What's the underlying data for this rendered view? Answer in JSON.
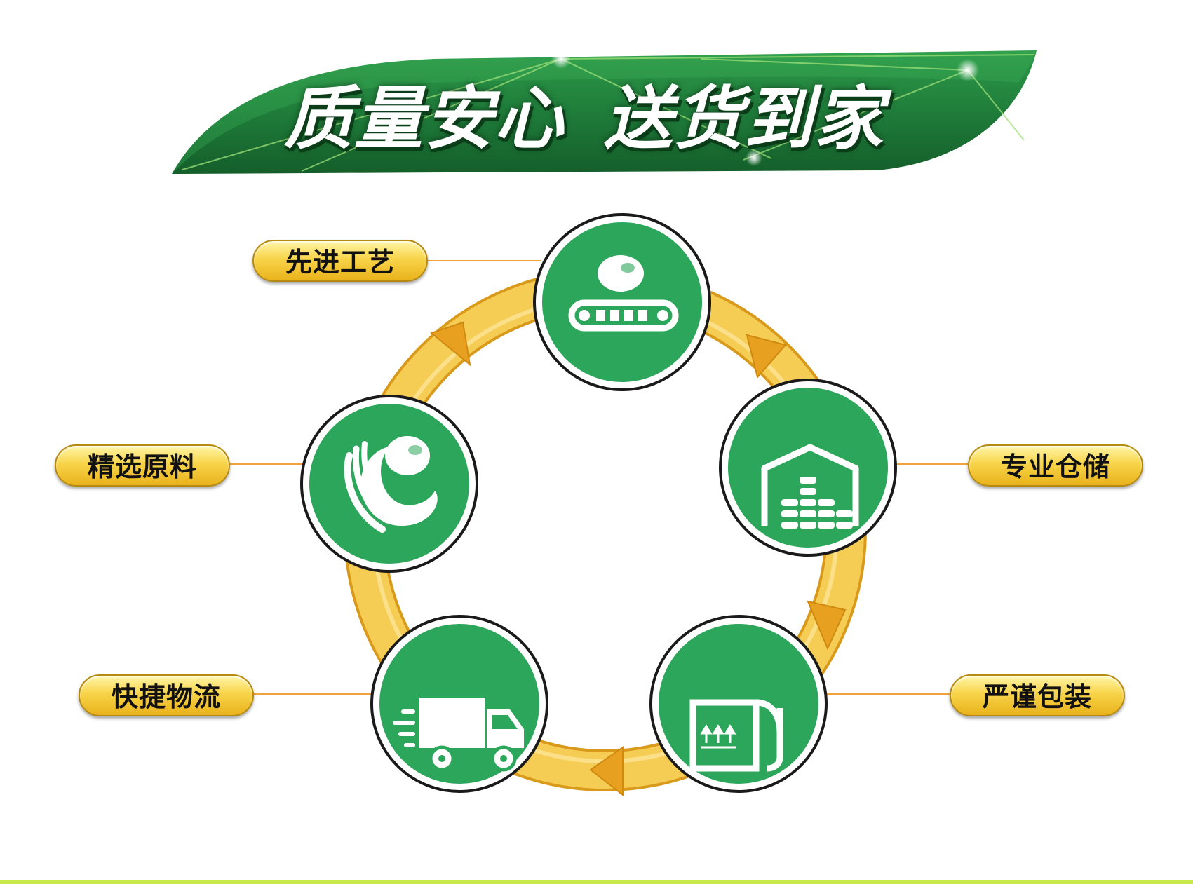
{
  "banner": {
    "part1": "质量安心",
    "part2": "送货到家"
  },
  "steps": [
    {
      "label": "先进工艺",
      "icon": "conveyor-belt-icon"
    },
    {
      "label": "专业仓储",
      "icon": "warehouse-icon"
    },
    {
      "label": "严谨包装",
      "icon": "package-box-icon"
    },
    {
      "label": "快捷物流",
      "icon": "delivery-truck-icon"
    },
    {
      "label": "精选原料",
      "icon": "hand-selecting-icon"
    }
  ],
  "colors": {
    "banner_green": "#1e7a3a",
    "circle_green": "#2ca65a",
    "ring_gold": "#f1c64a",
    "pill_gold": "#f8d44a",
    "connector_orange": "#f0a33a",
    "bottom_line": "#c9e84a"
  }
}
